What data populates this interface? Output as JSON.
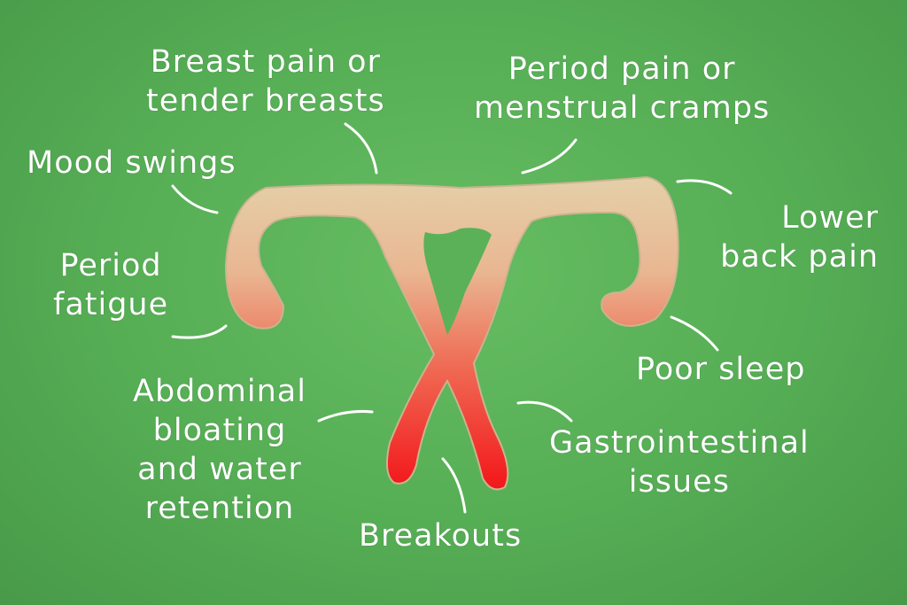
{
  "colors": {
    "background": "#55ad54",
    "label": "#ffffff",
    "uterus_top": "#e6cfa8",
    "uterus_bottom": "#f0201e"
  },
  "labels": {
    "breast_pain": [
      "Breast pain or",
      "tender breasts"
    ],
    "period_pain": [
      "Period pain or",
      "menstrual cramps"
    ],
    "mood_swings": [
      "Mood swings"
    ],
    "lower_back_pain": [
      "Lower",
      "back pain"
    ],
    "period_fatigue": [
      "Period",
      "fatigue"
    ],
    "poor_sleep": [
      "Poor sleep"
    ],
    "abdominal_bloating": [
      "Abdominal",
      "bloating",
      "and water",
      "retention"
    ],
    "gastrointestinal": [
      "Gastrointestinal",
      "issues"
    ],
    "breakouts": [
      "Breakouts"
    ]
  }
}
